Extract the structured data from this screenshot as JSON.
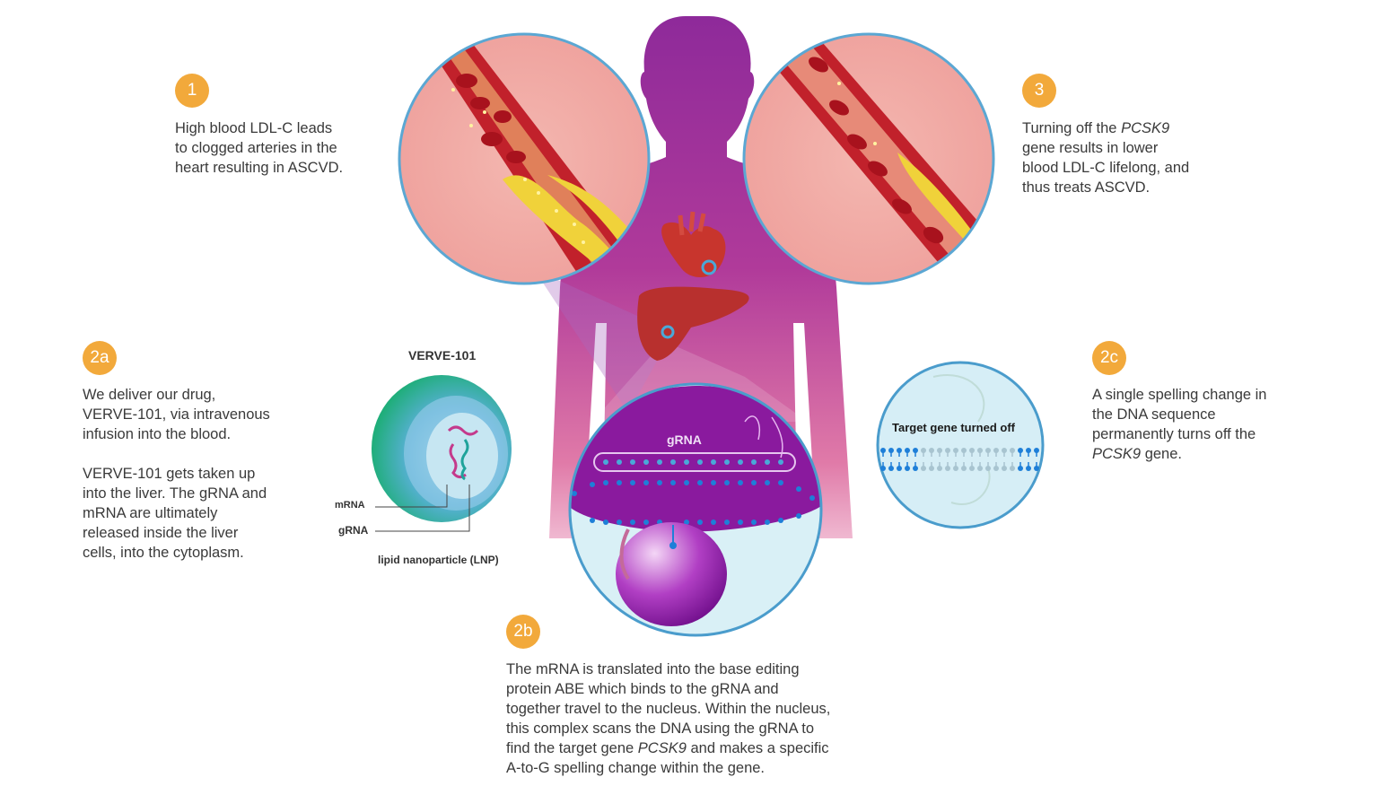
{
  "colors": {
    "badge": "#f2a93b",
    "silhouette_top": "#8e2a9a",
    "silhouette_bottom": "#e07aa8",
    "circle_border": "#4a9ccc",
    "artery_red": "#c2202b",
    "plaque_yellow": "#f0d23a",
    "lnp_green": "#2fb37a",
    "lnp_blue": "#2a78c8",
    "nucleus_purple": "#8a1a9e",
    "dna_blue": "#1e7fd8"
  },
  "steps": [
    {
      "id": "1",
      "badge": "1",
      "text": "High blood LDL-C leads\nto clogged arteries in the\nheart resulting in ASCVD."
    },
    {
      "id": "3",
      "badge": "3",
      "text_parts": [
        "Turning off the ",
        "PCSK9",
        "\ngene results in lower\nblood LDL-C lifelong, and\nthus treats ASCVD."
      ]
    },
    {
      "id": "2a",
      "badge": "2a",
      "text": "We deliver our drug,\nVERVE-101, via intravenous\ninfusion into the blood.\n\nVERVE-101 gets taken up\ninto the liver. The gRNA and\nmRNA are ultimately\nreleased inside the liver\ncells, into the cytoplasm."
    },
    {
      "id": "2c",
      "badge": "2c",
      "text_parts": [
        "A single spelling change in\nthe DNA sequence\npermanently turns off the\n",
        "PCSK9",
        " gene."
      ]
    },
    {
      "id": "2b",
      "badge": "2b",
      "text_parts": [
        "The mRNA is translated into the base editing\nprotein ABE which binds to the gRNA and\ntogether travel to the nucleus. Within the nucleus,\nthis complex scans the DNA using the gRNA to\nfind the target gene ",
        "PCSK9",
        " and makes a specific\nA-to-G spelling change within the gene."
      ]
    }
  ],
  "lnp": {
    "title": "VERVE-101",
    "mrna_label": "mRNA",
    "grna_label": "gRNA",
    "caption": "lipid nanoparticle (LNP)"
  },
  "nucleus_view": {
    "grna_label": "gRNA"
  },
  "target_view": {
    "label": "Target gene turned off"
  }
}
